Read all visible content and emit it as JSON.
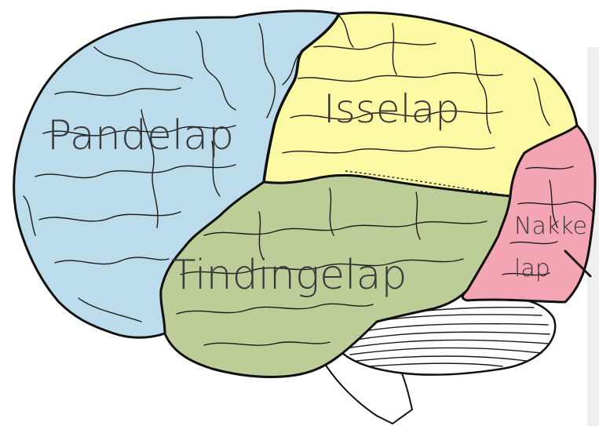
{
  "diagram": {
    "labels": {
      "frontal": "Pandelap",
      "parietal": "Isselap",
      "temporal": "Tindingelap",
      "occipital_line1": "Nakke",
      "occipital_line2": "lap"
    },
    "colors": {
      "frontal": "#bcdcec",
      "parietal": "#fbf9a3",
      "temporal": "#bccd98",
      "occipital": "#f3a5b3",
      "cerebellum": "#ffffff",
      "outline": "#111111",
      "label_text": "#3a3a3a"
    }
  }
}
